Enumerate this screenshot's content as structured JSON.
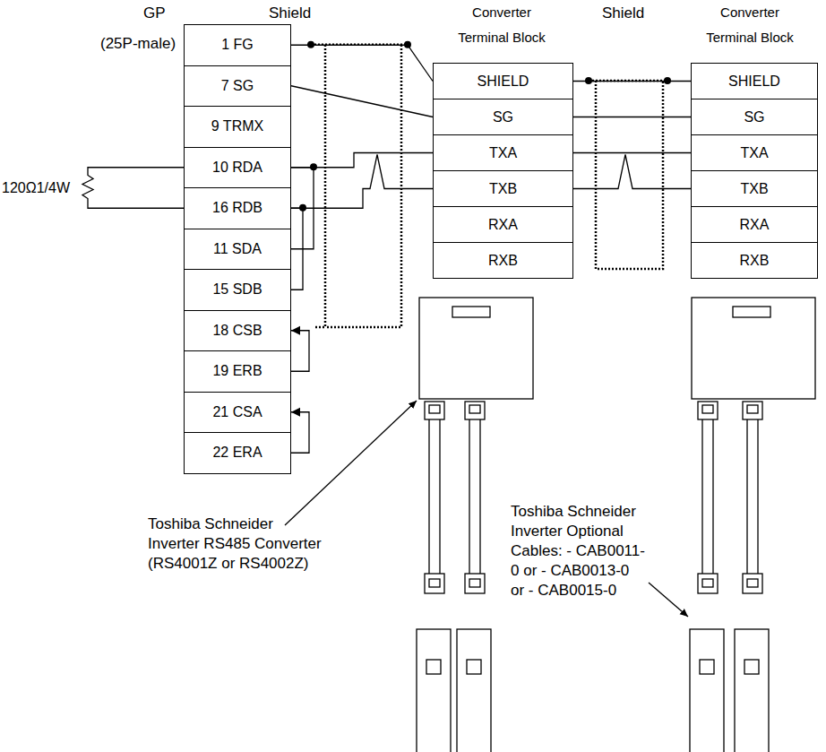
{
  "diagram": {
    "nodes": [
      {
        "text": [
          "1 FG"
        ]
      },
      {
        "text": [
          "7 SG"
        ]
      },
      {
        "text": [
          "9 TRMX"
        ]
      },
      {
        "text": [
          "10 RDA"
        ]
      },
      {
        "text": [
          "16 RDB"
        ]
      },
      {
        "text": [
          "11 SDA"
        ]
      },
      {
        "text": [
          "15 SDB"
        ]
      },
      {
        "text": [
          "18 CSB"
        ]
      },
      {
        "text": [
          "19 ERB"
        ]
      },
      {
        "text": [
          "21 CSA"
        ]
      },
      {
        "text": [
          "22 ERA"
        ]
      },
      {
        "text": [
          "Converter Terminal Block"
        ]
      },
      {
        "text": [
          "SHIELD"
        ],
        "in": 11
      },
      {
        "text": [
          "SG"
        ],
        "in": 11
      },
      {
        "text": [
          "TXA"
        ],
        "in": 11
      },
      {
        "text": [
          "TXB"
        ],
        "in": 11
      },
      {
        "text": [
          "RXA"
        ],
        "in": 11
      },
      {
        "text": [
          "RXB"
        ],
        "in": 11
      },
      {
        "text": [
          "Converter Terminal Block"
        ]
      },
      {
        "text": [
          "SHIELD"
        ],
        "in": 18
      },
      {
        "text": [
          "SG"
        ],
        "in": 18
      },
      {
        "text": [
          "TXA"
        ],
        "in": 18
      },
      {
        "text": [
          "TXB"
        ],
        "in": 18
      },
      {
        "text": [
          "RXA"
        ],
        "in": 18
      },
      {
        "text": [
          "RXB"
        ],
        "in": 18
      }
    ],
    "edges": [
      {
        "from": 0,
        "to": 12,
        "arrow": "none"
      },
      {
        "from": 1,
        "to": 13,
        "arrow": "none"
      },
      {
        "from": 3,
        "to": 14,
        "arrow": "none"
      },
      {
        "from": 4,
        "to": 15,
        "arrow": "none"
      },
      {
        "from": 3,
        "to": 5,
        "arrow": "none"
      },
      {
        "from": 4,
        "to": 6,
        "arrow": "none"
      },
      {
        "from": 3,
        "to": 4,
        "label": "120Ω1/4W",
        "arrow": "none"
      },
      {
        "from": 8,
        "to": 7,
        "arrow": "to"
      },
      {
        "from": 10,
        "to": 9,
        "arrow": "to"
      },
      {
        "from": 12,
        "to": 19,
        "arrow": "none"
      },
      {
        "from": 13,
        "to": 20,
        "arrow": "none"
      },
      {
        "from": 14,
        "to": 21,
        "arrow": "none"
      },
      {
        "from": 15,
        "to": 22,
        "arrow": "none"
      }
    ],
    "labels": [
      "GP",
      "(25P-male)",
      "Shield",
      "Shield",
      "Toshiba Schneider Inverter RS485 Converter (RS4001Z or RS4002Z)",
      "Toshiba Schneider Inverter Optional Cables: - CAB0011-0 or - CAB0013-0 or - CAB0015-0"
    ]
  }
}
